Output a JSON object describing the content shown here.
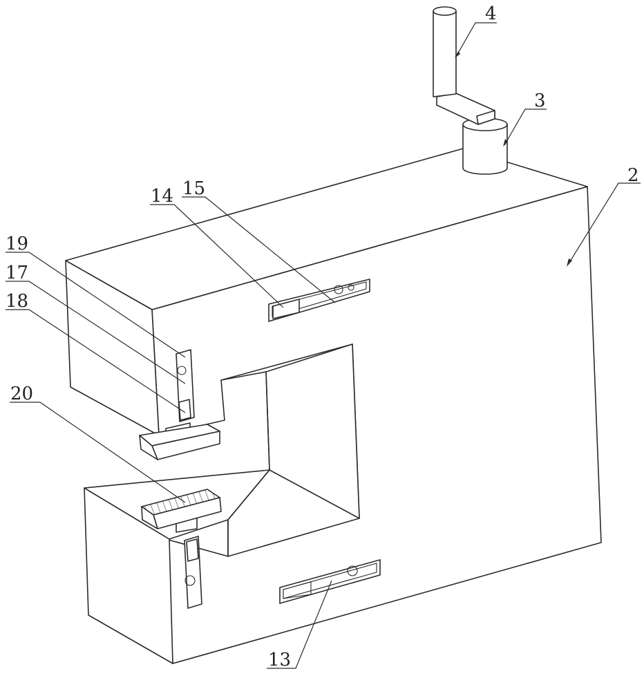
{
  "labels": {
    "n2": "2",
    "n3": "3",
    "n4": "4",
    "n13": "13",
    "n14": "14",
    "n15": "15",
    "n17": "17",
    "n18": "18",
    "n19": "19",
    "n20": "20"
  },
  "colors": {
    "line": "#2a2a2a",
    "background": "#ffffff"
  }
}
